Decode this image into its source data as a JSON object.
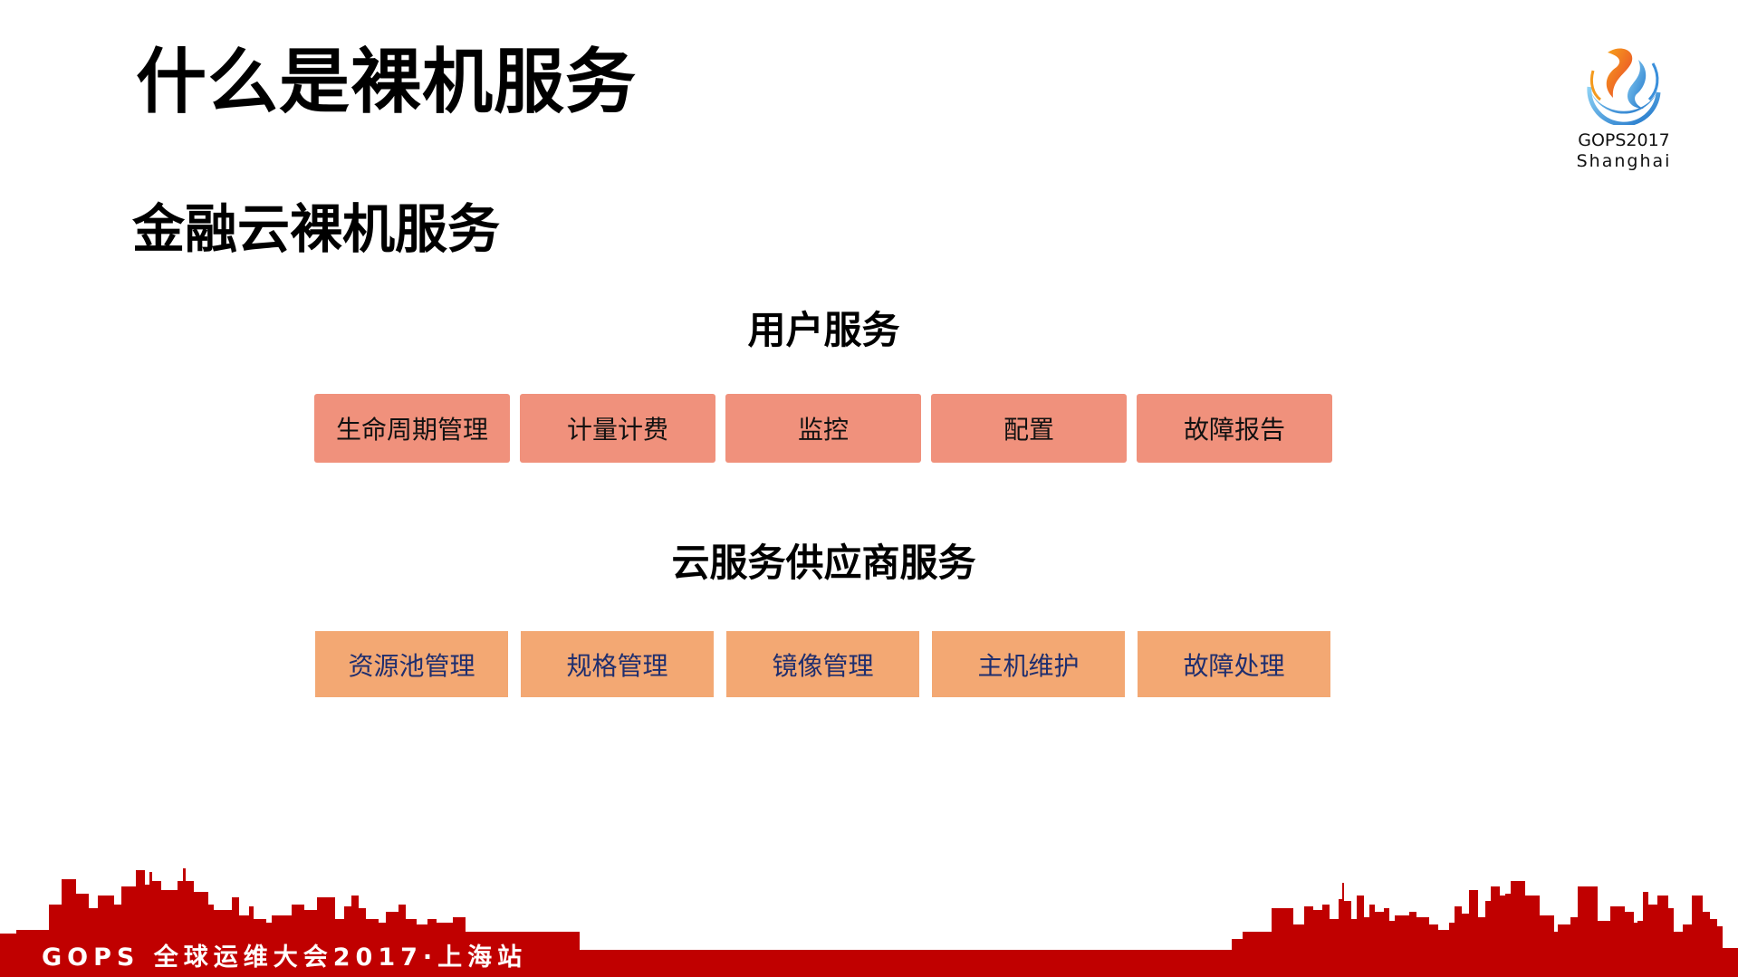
{
  "slide": {
    "title": "什么是裸机服务",
    "subtitle": "金融云裸机服务"
  },
  "logo": {
    "icon": "gops-swirl-logo-icon",
    "line1_brand": "GOPS",
    "line1_year": "2017",
    "line2": "Shanghai"
  },
  "user_services": {
    "heading": "用户服务",
    "items": [
      {
        "label": "生命周期管理"
      },
      {
        "label": "计量计费"
      },
      {
        "label": "监控"
      },
      {
        "label": "配置"
      },
      {
        "label": "故障报告"
      }
    ]
  },
  "provider_services": {
    "heading": "云服务供应商服务",
    "items": [
      {
        "label": "资源池管理"
      },
      {
        "label": "规格管理"
      },
      {
        "label": "镜像管理"
      },
      {
        "label": "主机维护"
      },
      {
        "label": "故障处理"
      }
    ]
  },
  "footer": {
    "text": "GOPS 全球运维大会2017·上海站",
    "icon": "city-skyline-icon"
  },
  "colors": {
    "user_box": "#F0917C",
    "provider_box": "#F3A873",
    "provider_text": "#1F2E6E",
    "skyline_red": "#C00000"
  }
}
